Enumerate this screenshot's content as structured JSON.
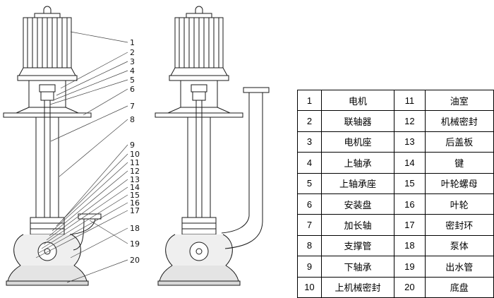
{
  "callouts": [
    "1",
    "2",
    "3",
    "4",
    "5",
    "6",
    "7",
    "8",
    "9",
    "10",
    "11",
    "12",
    "13",
    "14",
    "15",
    "16",
    "17",
    "18",
    "19",
    "20"
  ],
  "table": {
    "rows": [
      {
        "n1": "1",
        "p1": "电机",
        "n2": "11",
        "p2": "油室"
      },
      {
        "n1": "2",
        "p1": "联轴器",
        "n2": "12",
        "p2": "机械密封"
      },
      {
        "n1": "3",
        "p1": "电机座",
        "n2": "13",
        "p2": "后盖板"
      },
      {
        "n1": "4",
        "p1": "上轴承",
        "n2": "14",
        "p2": "键"
      },
      {
        "n1": "5",
        "p1": "上轴承座",
        "n2": "15",
        "p2": "叶轮螺母"
      },
      {
        "n1": "6",
        "p1": "安装盘",
        "n2": "16",
        "p2": "叶轮"
      },
      {
        "n1": "7",
        "p1": "加长轴",
        "n2": "17",
        "p2": "密封环"
      },
      {
        "n1": "8",
        "p1": "支撑管",
        "n2": "18",
        "p2": "泵体"
      },
      {
        "n1": "9",
        "p1": "下轴承",
        "n2": "19",
        "p2": "出水管"
      },
      {
        "n1": "10",
        "p1": "上机械密封",
        "n2": "20",
        "p2": "底盘"
      }
    ]
  },
  "colors": {
    "line": "#1a1a1a",
    "table_border": "#000000",
    "shade": "#dedede"
  }
}
